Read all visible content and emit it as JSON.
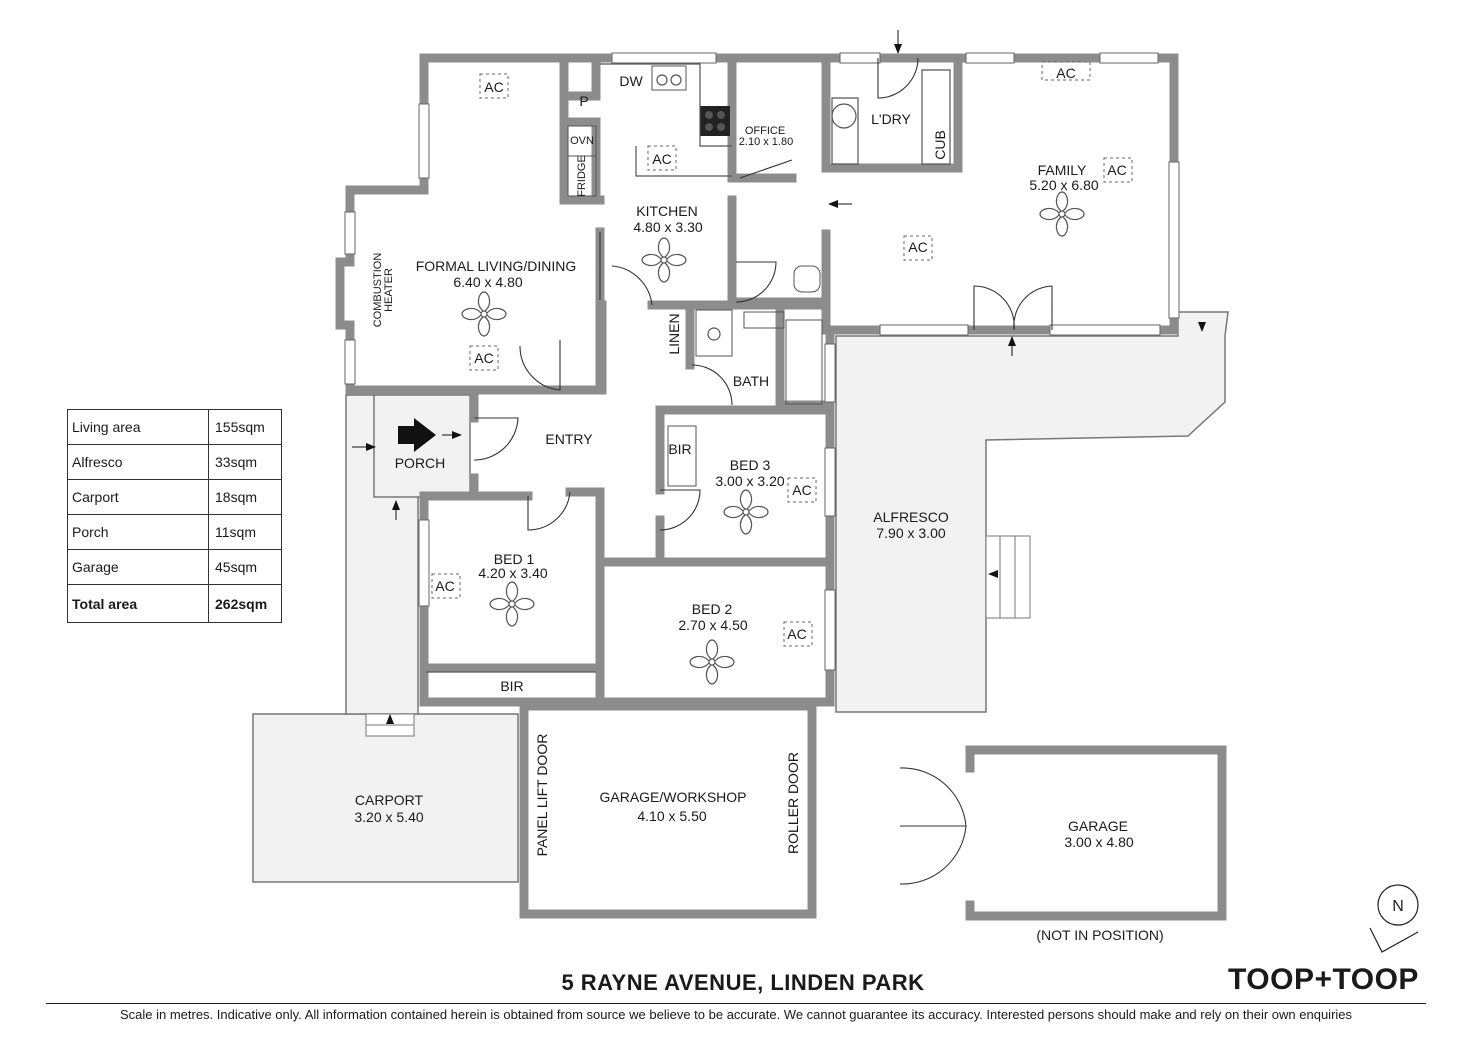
{
  "rooms": {
    "formal_living": {
      "name": "FORMAL LIVING/DINING",
      "dims": "6.40 x 4.80"
    },
    "kitchen": {
      "name": "KITCHEN",
      "dims": "4.80 x 3.30"
    },
    "office": {
      "name": "OFFICE",
      "dims": "2.10 x 1.80"
    },
    "laundry": {
      "name": "L'DRY"
    },
    "family": {
      "name": "FAMILY",
      "dims": "5.20 x 6.80"
    },
    "entry": {
      "name": "ENTRY"
    },
    "porch": {
      "name": "PORCH"
    },
    "bath": {
      "name": "BATH"
    },
    "linen": {
      "name": "LINEN"
    },
    "bed1": {
      "name": "BED 1",
      "dims": "4.20 x 3.40"
    },
    "bed2": {
      "name": "BED 2",
      "dims": "2.70 x 4.50"
    },
    "bed3": {
      "name": "BED 3",
      "dims": "3.00 x 3.20"
    },
    "alfresco": {
      "name": "ALFRESCO",
      "dims": "7.90 x 3.00"
    },
    "carport": {
      "name": "CARPORT",
      "dims": "3.20 x 5.40"
    },
    "garage_workshop": {
      "name": "GARAGE/WORKSHOP",
      "dims": "4.10 x 5.50"
    },
    "garage": {
      "name": "GARAGE",
      "dims": "3.00 x 4.80"
    }
  },
  "fixtures": {
    "dw": "DW",
    "pantry": "P",
    "oven": "OVN",
    "fridge": "FRIDGE",
    "cub": "CUB",
    "combustion_heater": [
      "COMBUSTION",
      "HEATER"
    ],
    "bir": "BIR",
    "panel_lift_door": "PANEL LIFT DOOR",
    "roller_door": "ROLLER DOOR",
    "ac": "AC"
  },
  "areas": [
    {
      "label": "Living area",
      "value": "155sqm"
    },
    {
      "label": "Alfresco",
      "value": "33sqm"
    },
    {
      "label": "Carport",
      "value": "18sqm"
    },
    {
      "label": "Porch",
      "value": "11sqm"
    },
    {
      "label": "Garage",
      "value": "45sqm"
    },
    {
      "label": "Total area",
      "value": "262sqm"
    }
  ],
  "not_in_position": "(NOT IN POSITION)",
  "compass": "N",
  "address": "5 RAYNE AVENUE, LINDEN PARK",
  "brand": "TOOP+TOOP",
  "disclaimer": "Scale in metres. Indicative only. All information contained herein is obtained from source we believe to be accurate. We cannot guarantee its accuracy. Interested persons should make and rely on their own enquiries"
}
